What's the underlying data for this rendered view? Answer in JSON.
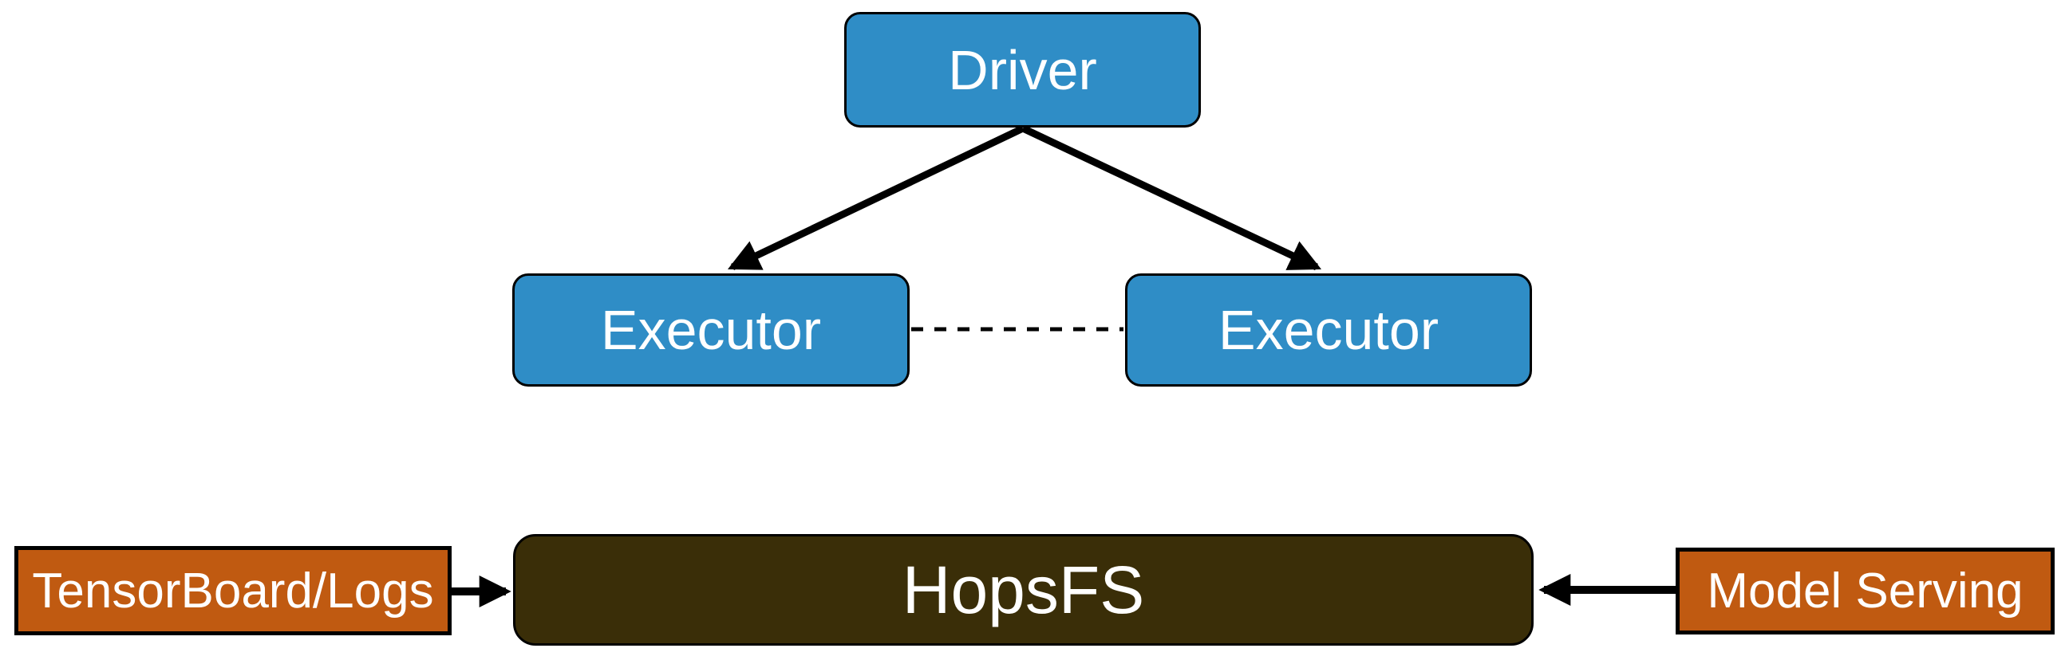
{
  "diagram": {
    "background_color": "#ffffff",
    "connector_color": "#000000",
    "nodes": {
      "driver": {
        "label": "Driver",
        "fill": "#2f8dc6",
        "text_color": "#ffffff",
        "shape": "rounded-rectangle"
      },
      "executor_left": {
        "label": "Executor",
        "fill": "#2f8dc6",
        "text_color": "#ffffff",
        "shape": "rounded-rectangle"
      },
      "executor_right": {
        "label": "Executor",
        "fill": "#2f8dc6",
        "text_color": "#ffffff",
        "shape": "rounded-rectangle"
      },
      "hopsfs": {
        "label": "HopsFS",
        "fill": "#3a2e08",
        "text_color": "#ffffff",
        "shape": "rounded-rectangle"
      },
      "tensorboard": {
        "label": "TensorBoard/Logs",
        "fill": "#c05a11",
        "text_color": "#ffffff",
        "shape": "rectangle"
      },
      "model_serving": {
        "label": "Model Serving",
        "fill": "#c05a11",
        "text_color": "#ffffff",
        "shape": "rectangle"
      }
    },
    "edges": [
      {
        "from": "driver",
        "to": "executor_left",
        "style": "solid",
        "arrowhead": "filled-triangle"
      },
      {
        "from": "driver",
        "to": "executor_right",
        "style": "solid",
        "arrowhead": "filled-triangle"
      },
      {
        "from": "executor_left",
        "to": "executor_right",
        "style": "dashed",
        "arrowhead": "none"
      },
      {
        "from": "tensorboard",
        "to": "hopsfs",
        "style": "solid",
        "arrowhead": "filled-triangle"
      },
      {
        "from": "model_serving",
        "to": "hopsfs",
        "style": "solid",
        "arrowhead": "filled-triangle"
      }
    ]
  }
}
